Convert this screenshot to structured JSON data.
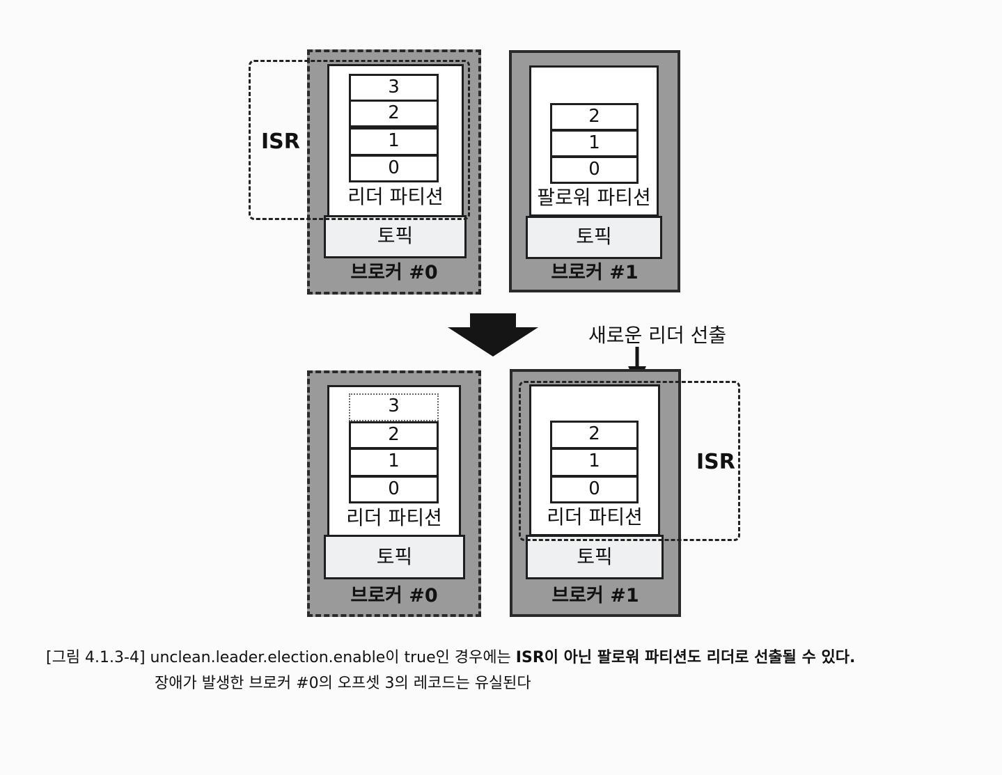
{
  "top": {
    "broker0": {
      "name": "브로커 #0",
      "partition_label": "리더 파티션",
      "topic_label": "토픽",
      "records": [
        "3",
        "2",
        "1",
        "0"
      ]
    },
    "broker1": {
      "name": "브로커 #1",
      "partition_label": "팔로워 파티션",
      "topic_label": "토픽",
      "records": [
        "2",
        "1",
        "0"
      ]
    },
    "isr_label": "ISR"
  },
  "transition": {
    "new_leader_label": "새로운 리더 선출"
  },
  "bottom": {
    "broker0": {
      "name": "브로커 #0",
      "partition_label": "리더 파티션",
      "topic_label": "토픽",
      "records": [
        "3",
        "2",
        "1",
        "0"
      ]
    },
    "broker1": {
      "name": "브로커 #1",
      "partition_label": "리더 파티션",
      "topic_label": "토픽",
      "records": [
        "2",
        "1",
        "0"
      ]
    },
    "isr_label": "ISR"
  },
  "caption": {
    "line1_prefix": "[그림 4.1.3-4] unclean.leader.election.enable이 true인 경우에는 ",
    "line1_bold": "ISR이 아닌 팔로워 파티션도 리더로 선출될 수 있다.",
    "line2": "장애가 발생한 브로커 #0의 오프셋 3의 레코드는 유실된다"
  },
  "colors": {
    "broker_fill": "#9a9a9a",
    "partition_fill": "#ffffff",
    "topic_fill": "#eef0f2",
    "line": "#1e1e1e"
  }
}
